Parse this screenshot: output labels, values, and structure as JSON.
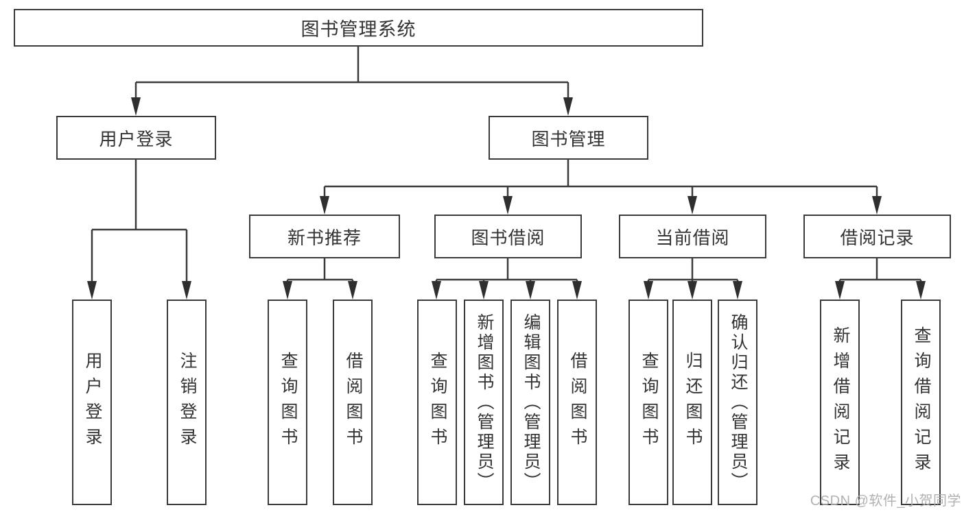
{
  "diagram": {
    "root": {
      "label": "图书管理系统"
    },
    "level2": {
      "user_login": {
        "label": "用户登录"
      },
      "book_management": {
        "label": "图书管理"
      }
    },
    "level3": {
      "new_books": {
        "label": "新书推荐"
      },
      "book_borrowing": {
        "label": "图书借阅"
      },
      "current_borrowing": {
        "label": "当前借阅"
      },
      "borrowing_records": {
        "label": "借阅记录"
      }
    },
    "leaves": {
      "user_login": [
        "用户登录",
        "注销登录"
      ],
      "new_books": [
        "查询图书",
        "借阅图书"
      ],
      "book_borrowing": [
        "查询图书",
        "新增图书（管理员）",
        "编辑图书（管理员）",
        "借阅图书"
      ],
      "current_borrowing": [
        "查询图书",
        "归还图书",
        "确认归还（管理员）"
      ],
      "borrowing_records": [
        "新增借阅记录",
        "查询借阅记录"
      ]
    }
  },
  "watermark": {
    "text": "CSDN @软件_小贺同学"
  },
  "colors": {
    "line": "#3a3a3a",
    "text": "#333333",
    "watermark": "#b3b0b0",
    "background": "#ffffff"
  }
}
